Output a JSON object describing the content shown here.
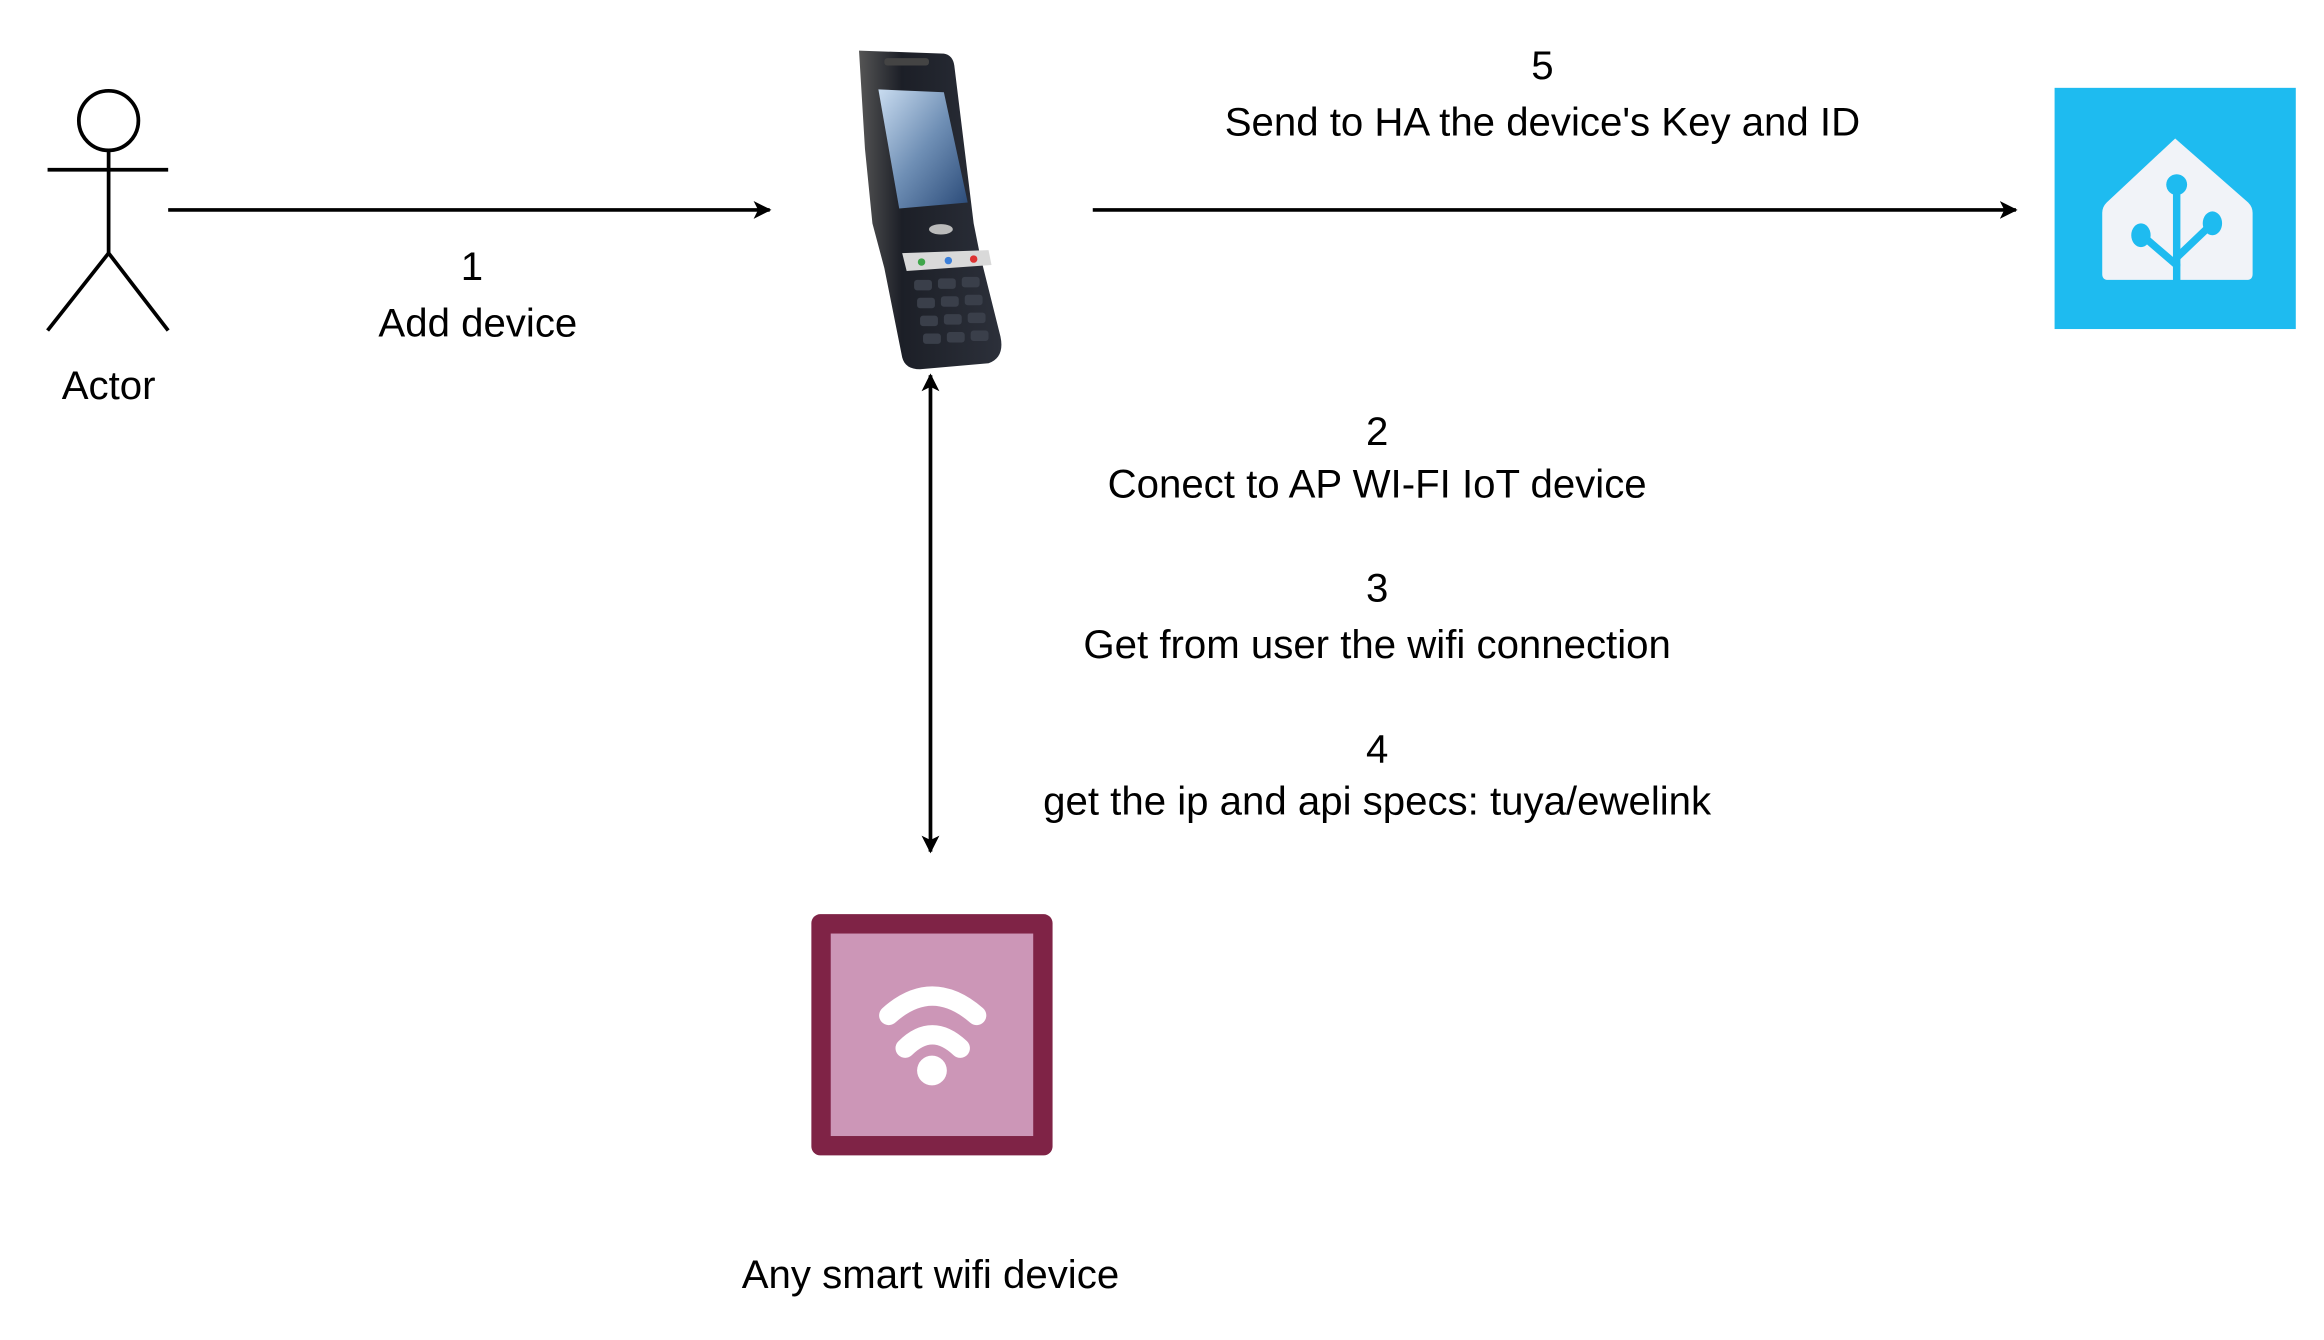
{
  "diagram": {
    "actor": {
      "label": "Actor"
    },
    "steps": [
      {
        "number": "1",
        "text": "Add device"
      },
      {
        "number": "2",
        "text": "Conect to AP WI-FI IoT device"
      },
      {
        "number": "3",
        "text": "Get from user the wifi connection"
      },
      {
        "number": "4",
        "text": "get the ip and api specs: tuya/ewelink"
      },
      {
        "number": "5",
        "text": "Send to HA the device's Key and ID"
      }
    ],
    "nodes": {
      "phone": {
        "icon": "mobile-phone-icon"
      },
      "home_assistant": {
        "icon": "home-assistant-icon",
        "color": "#1EBBF0"
      },
      "wifi_device": {
        "icon": "wifi-icon",
        "label": "Any smart wifi device",
        "border_color": "#7F2346",
        "fill_color": "#CC96B7"
      }
    }
  }
}
